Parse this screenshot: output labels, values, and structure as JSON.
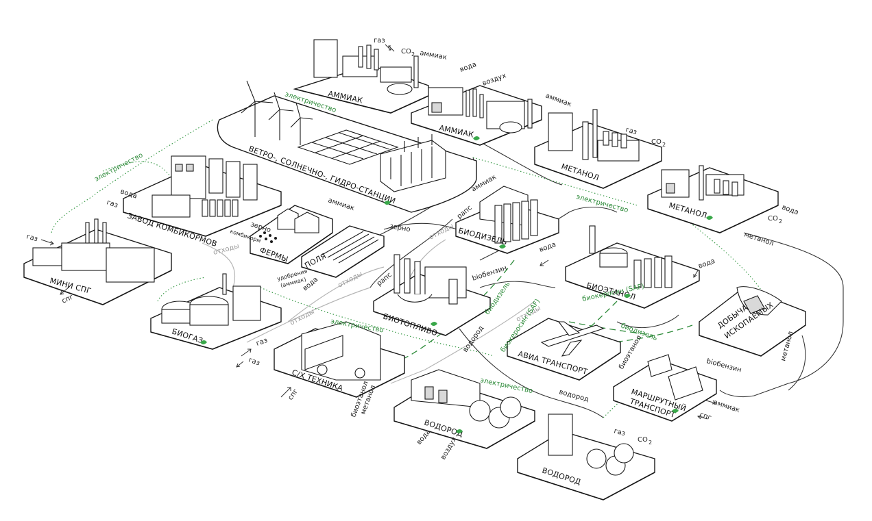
{
  "facilities": {
    "ammonia_top": "АММИАК",
    "ammonia_mid": "АММИАК",
    "renewables": "ВЕТРО-, СОЛНЕЧНО-, ГИДРО-СТАНЦИИ",
    "feed_plant": "ЗАВОД КОМБИКОРМОВ",
    "farms": "ФЕРМЫ",
    "fields": "ПОЛЯ",
    "mini_lng": "МИНИ СПГ",
    "biogas": "БИОГАЗ",
    "ag_machinery": "С/Х ТЕХНИКА",
    "biofuel": "БИОТОПЛИВО",
    "biodiesel": "БИОДИЗЕЛЬ",
    "methanol_mid": "МЕТАНОЛ",
    "methanol_right": "МЕТАНОЛ",
    "bioethanol": "БИОЭТАНОЛ",
    "mining_line1": "ДОБЫЧА",
    "mining_line2": "ИСКОПАЕМЫХ",
    "aviation": "АВИА ТРАНСПОРТ",
    "route_line1": "МАРШРУТНЫЙ",
    "route_line2": "ТРАНСПОРТ",
    "hydrogen_left": "ВОДОРОД",
    "hydrogen_right": "ВОДОРОД"
  },
  "flows": {
    "gas": "газ",
    "co2": "CO",
    "co2_sub": "2",
    "ammonia": "аммиак",
    "water": "вода",
    "air": "воздух",
    "electricity": "электричество",
    "grain": "зерно",
    "compound_feed": "комбикорм",
    "waste": "отходы",
    "fertilizers": "удобрения",
    "fertilizers_note": "(аммиак)",
    "rapeseed": "рапс",
    "biogasoline": "biобензин",
    "biokerosene_saf": "биокеросин (SAF)",
    "biodiesel": "биодизель",
    "hydrogen": "водород",
    "bioethanol": "биоэтанол",
    "methanol": "метанол",
    "lng": "спг"
  },
  "colors": {
    "green": "#2e8b3a",
    "gray": "#b5b5b5",
    "ink": "#1a1a1a"
  }
}
